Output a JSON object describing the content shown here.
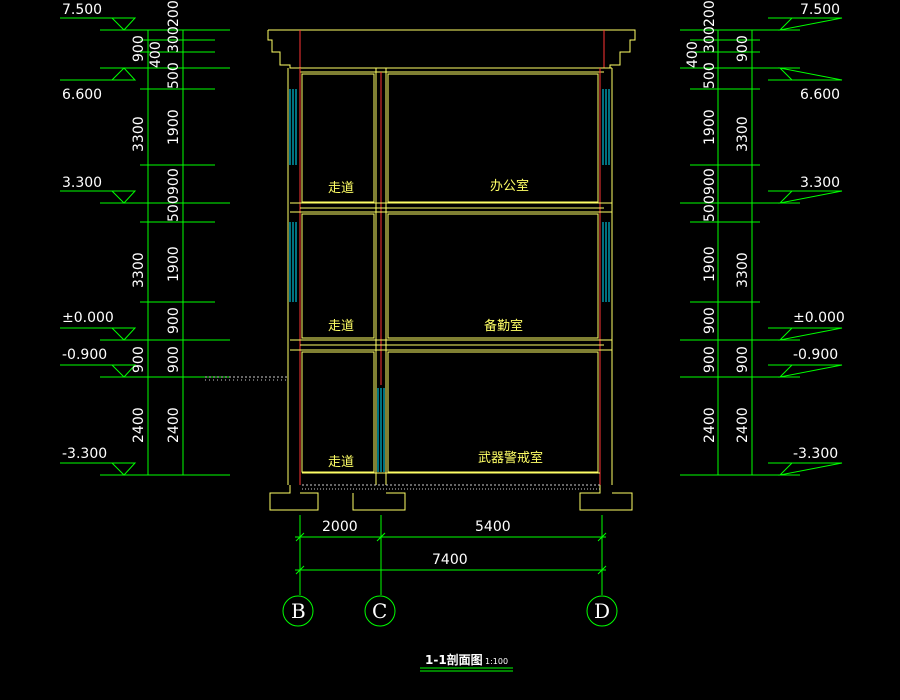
{
  "drawing": {
    "title": "1-1剖面图",
    "scale": "1:100",
    "colors": {
      "background": "#000000",
      "dimension_lines": "#00ff00",
      "walls_slabs": "#ffff66",
      "structure": "#ff3333",
      "windows": "#00e5ff",
      "text": "#ffffff"
    }
  },
  "elevations_left": [
    "7.500",
    "6.600",
    "3.300",
    "±0.000",
    "-0.900",
    "-3.300"
  ],
  "elevations_right": [
    "7.500",
    "6.600",
    "3.300",
    "±0.000",
    "-0.900",
    "-3.300"
  ],
  "dims_outer": [
    "900",
    "3300",
    "3300",
    "900",
    "2400"
  ],
  "dims_inner": [
    "200",
    "300",
    "400",
    "500",
    "1900",
    "900",
    "500",
    "1900",
    "900",
    "900",
    "2400"
  ],
  "rooms": {
    "corridor_top": "走道",
    "office": "办公室",
    "corridor_mid": "走道",
    "duty_room": "备勤室",
    "corridor_bottom": "走道",
    "armory": "武器警戒室"
  },
  "horizontal_dims": {
    "span_bc": "2000",
    "span_cd": "5400",
    "total": "7400"
  },
  "axes": [
    "B",
    "C",
    "D"
  ]
}
